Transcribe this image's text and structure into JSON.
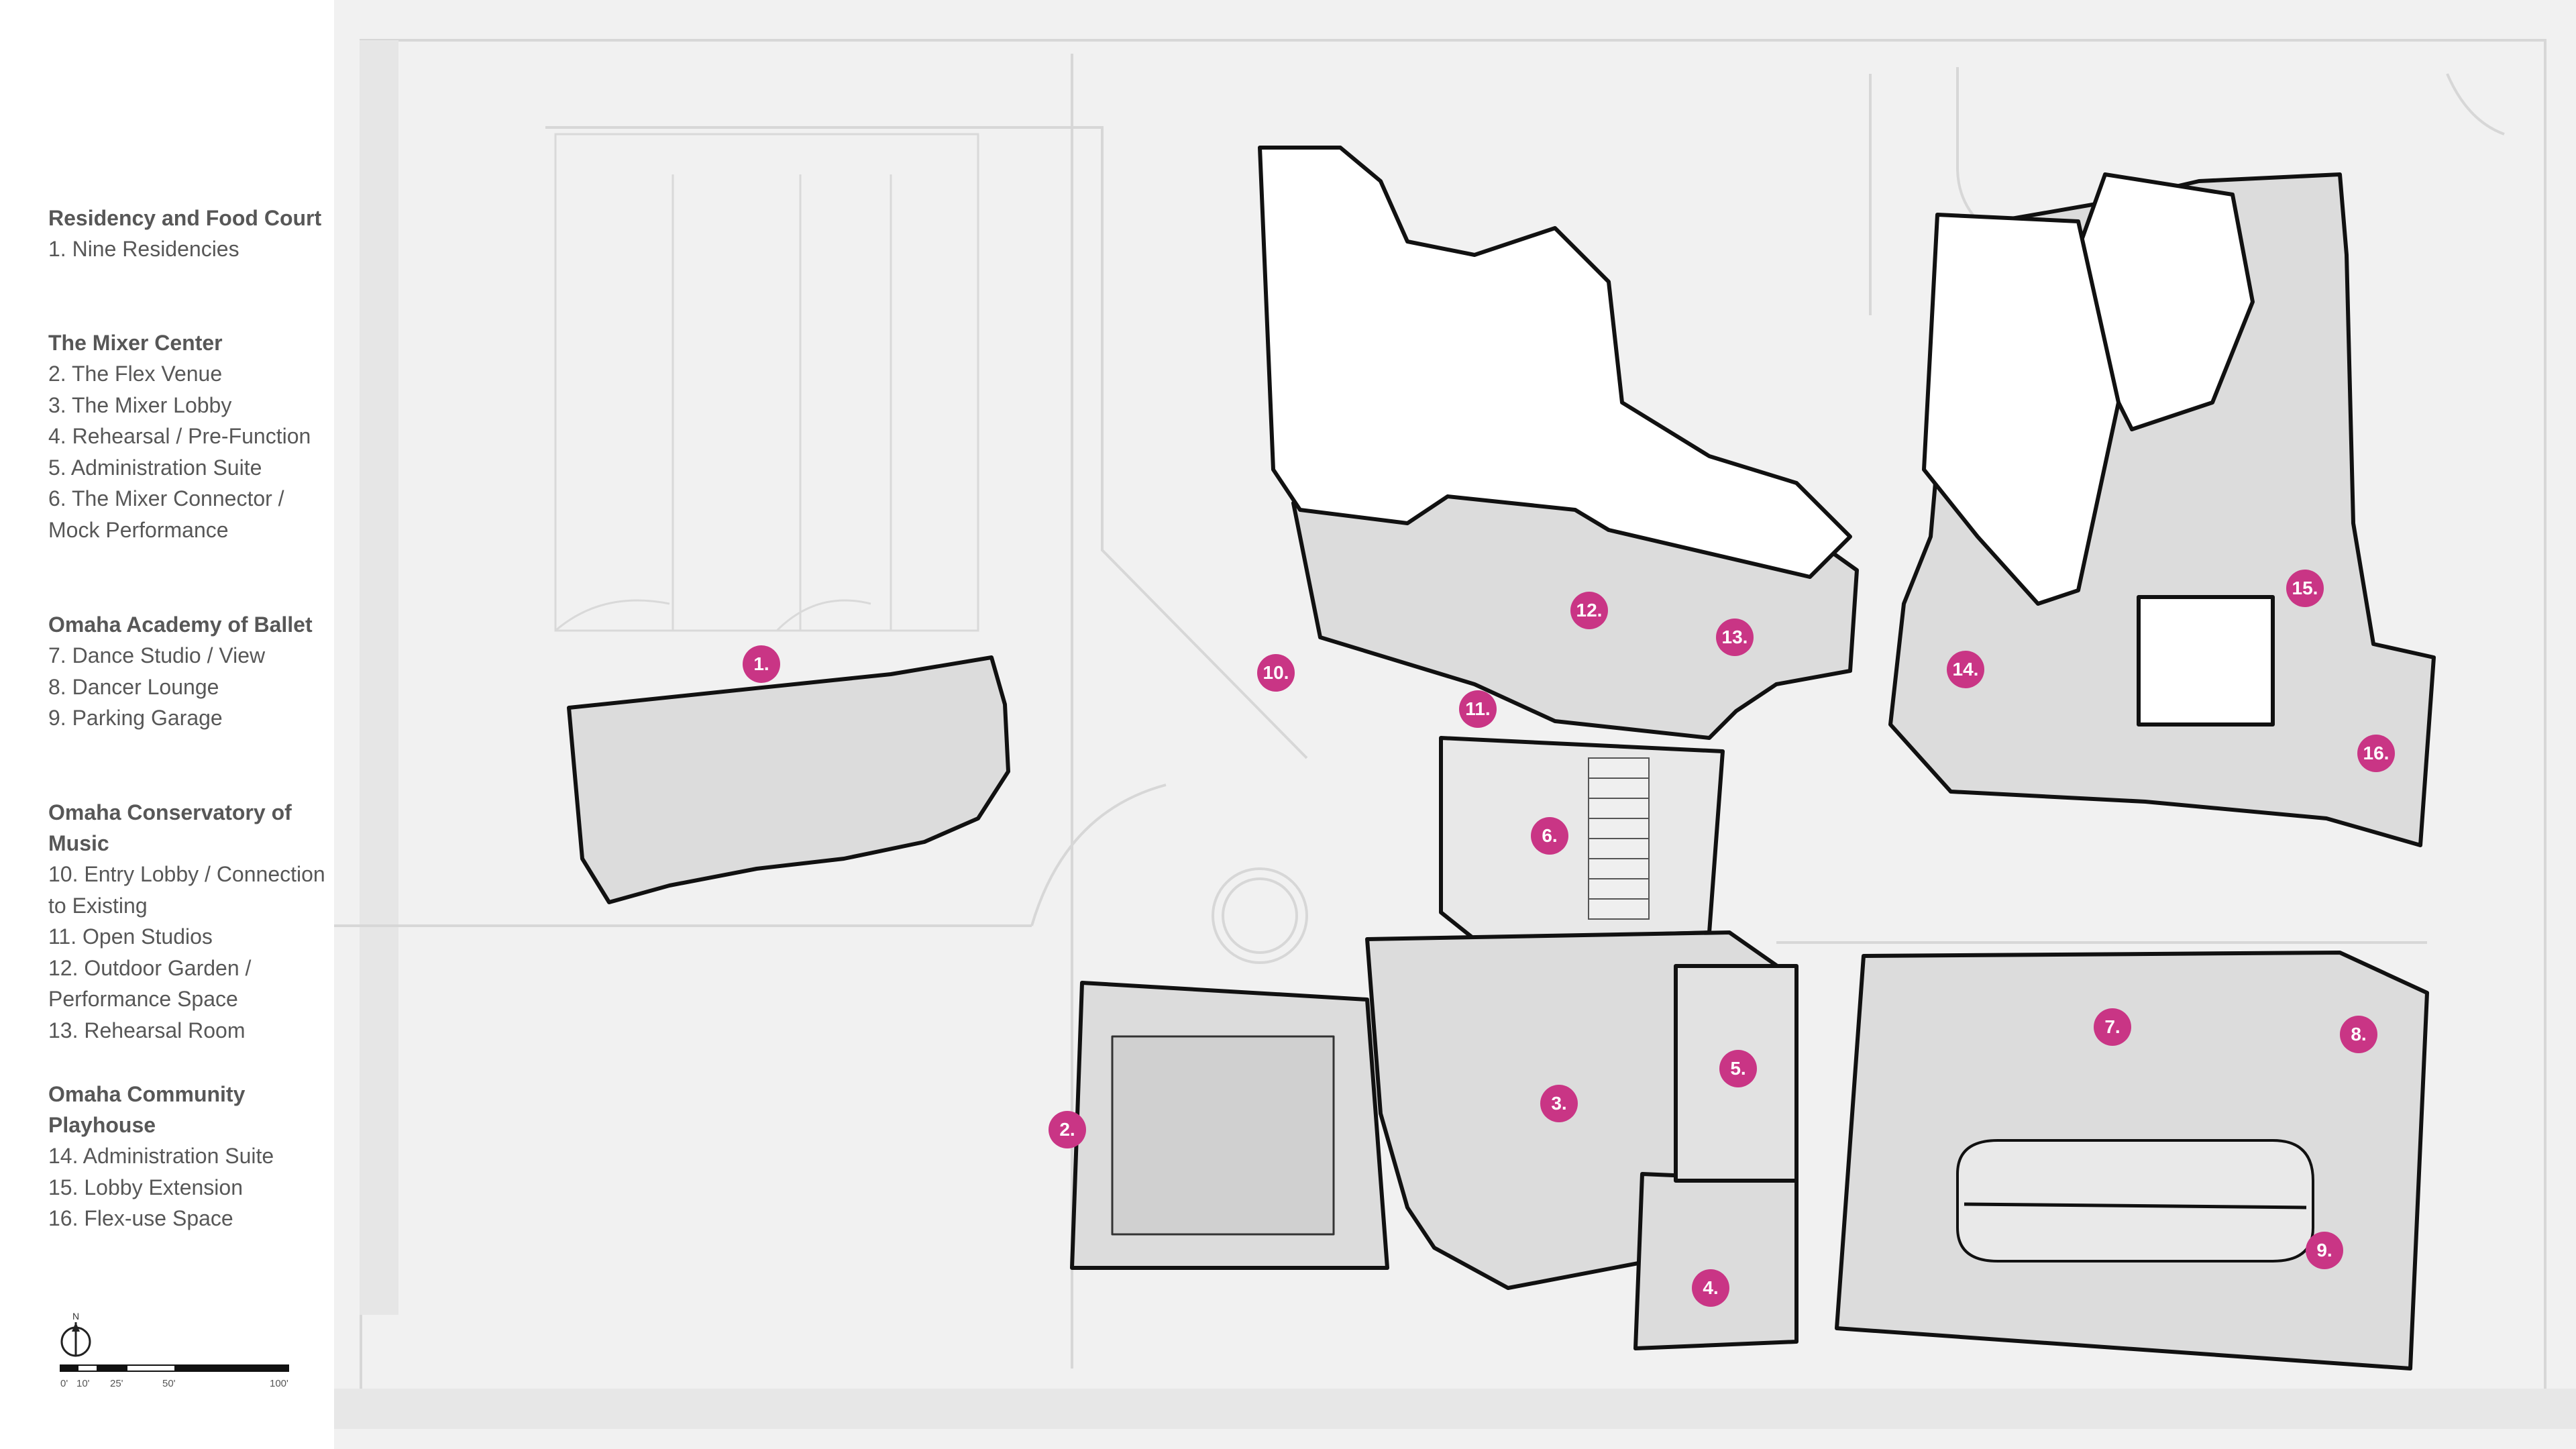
{
  "legend": {
    "groups": [
      {
        "heading": "Residency and Food Court",
        "items": [
          "1. Nine Residencies"
        ]
      },
      {
        "heading": "The Mixer Center",
        "items": [
          "2. The Flex Venue",
          "3. The Mixer Lobby",
          "4. Rehearsal / Pre-Function",
          "5. Administration Suite",
          "6. The Mixer Connector / Mock Performance"
        ]
      },
      {
        "heading": "Omaha Academy of Ballet",
        "items": [
          "7. Dance Studio / View",
          "8. Dancer Lounge",
          "9. Parking Garage"
        ]
      },
      {
        "heading": "Omaha Conservatory of Music",
        "items": [
          "10. Entry Lobby / Connection to Existing",
          "11. Open Studios",
          "12. Outdoor Garden / Performance Space",
          "13. Rehearsal Room"
        ]
      },
      {
        "heading": "Omaha Community Playhouse",
        "items": [
          "14. Administration Suite",
          "15. Lobby Extension",
          "16. Flex-use Space"
        ]
      }
    ]
  },
  "scale": {
    "north_label": "N",
    "ticks": [
      "0'",
      "10'",
      "25'",
      "50'",
      "100'"
    ]
  },
  "markers": [
    "1.",
    "2.",
    "3.",
    "4.",
    "5.",
    "6.",
    "7.",
    "8.",
    "9.",
    "10.",
    "11.",
    "12.",
    "13.",
    "14.",
    "15.",
    "16."
  ],
  "colors": {
    "marker": "#c93585",
    "site": "#f1f1f1",
    "building": "#dcdcdc",
    "wall": "#111111",
    "text": "#575757"
  }
}
